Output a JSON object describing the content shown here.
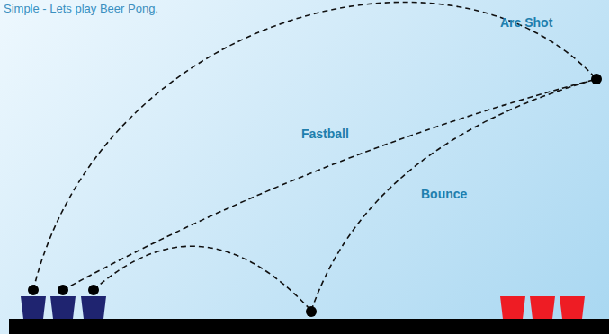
{
  "diagram": {
    "title": "Simple - Lets play Beer Pong.",
    "labels": [
      "Arc Shot",
      "Fastball",
      "Bounce"
    ]
  }
}
